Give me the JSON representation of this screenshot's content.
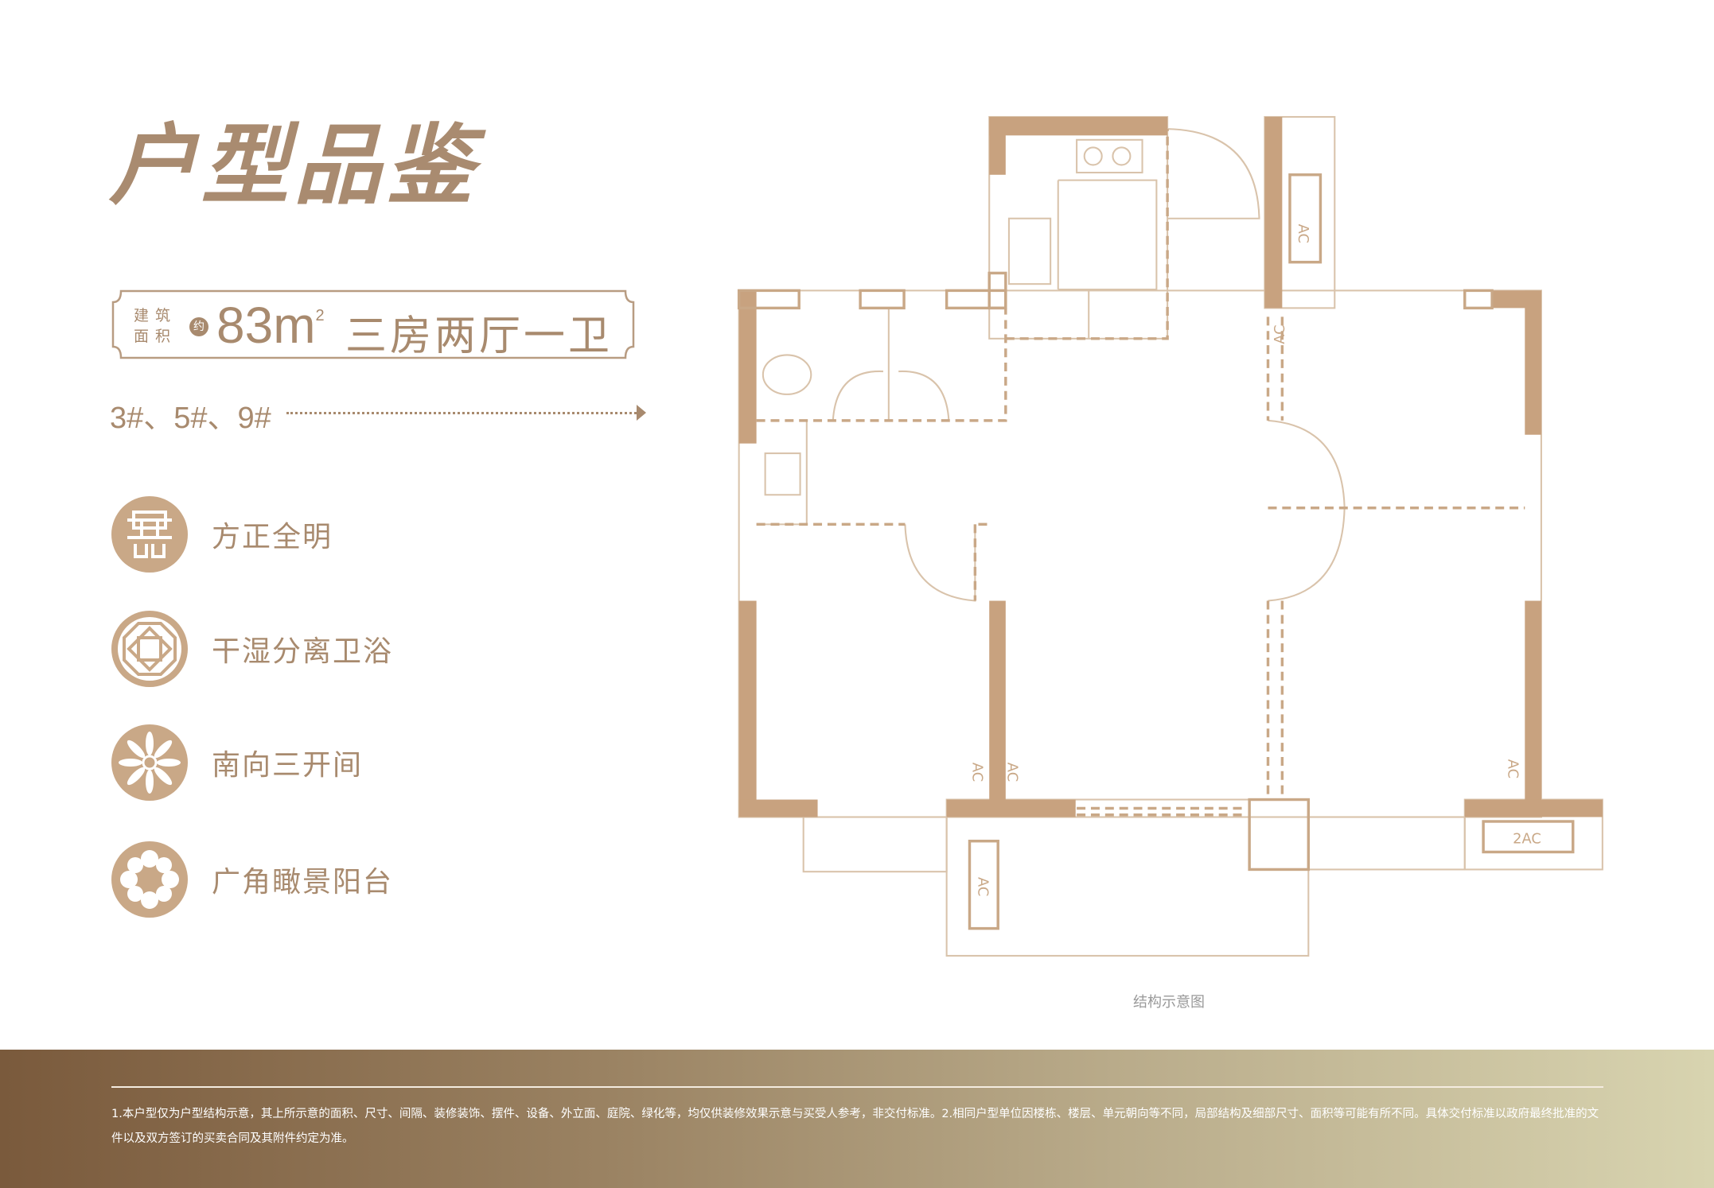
{
  "title": "户型品鉴",
  "badge": {
    "area_label": "建筑面积",
    "approx": "约",
    "area_value": "83m",
    "area_unit_sup": "2",
    "layout_type": "三房两厅一卫"
  },
  "buildings": "3#、5#、9#",
  "features": [
    {
      "icon": "shou-pattern-icon",
      "label": "方正全明"
    },
    {
      "icon": "octagon-window-icon",
      "label": "干湿分离卫浴"
    },
    {
      "icon": "sunflower-icon",
      "label": "南向三开间"
    },
    {
      "icon": "lotus-flower-icon",
      "label": "广角瞰景阳台"
    }
  ],
  "plan": {
    "ac_labels": [
      "AC",
      "AC",
      "AC",
      "AC",
      "AC",
      "AC",
      "2AC"
    ],
    "caption": "结构示意图"
  },
  "footer": {
    "note": "1.本户型仅为户型结构示意，其上所示意的面积、尺寸、间隔、装修装饰、摆件、设备、外立面、庭院、绿化等，均仅供装修效果示意与买受人参考，非交付标准。2.相同户型单位因楼栋、楼层、单元朝向等不同，局部结构及细部尺寸、面积等可能有所不同。具体交付标准以政府最终批准的文件以及双方签订的买卖合同及其附件约定为准。"
  },
  "colors": {
    "wall": "#c8a27f",
    "line": "#d9c3ab",
    "text": "#a88a6e",
    "footer_start": "#7a5a3c",
    "footer_end": "#d8d4b0"
  }
}
